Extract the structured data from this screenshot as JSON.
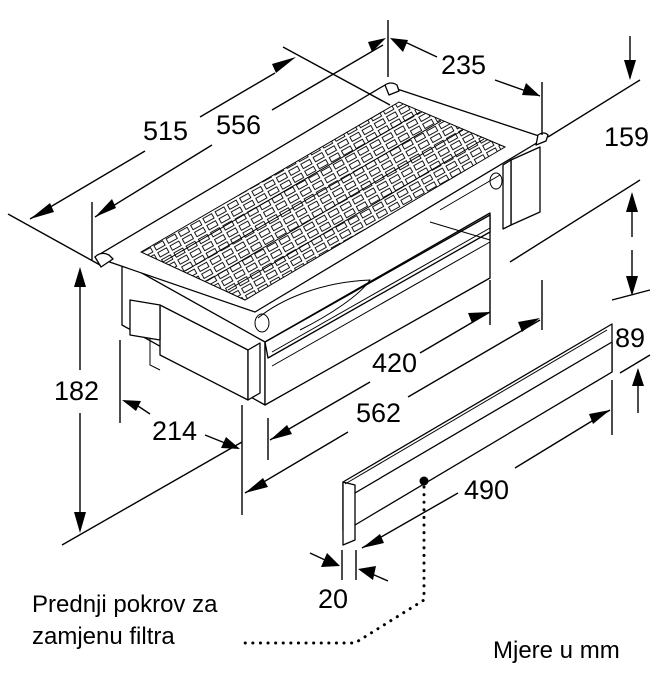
{
  "diagram": {
    "type": "technical-dimension-drawing",
    "subject": "downdraft ventilation unit with front filter cover",
    "units_note": "Mjere u mm",
    "callout": {
      "line1": "Prednji pokrov za",
      "line2": "zamjenu filtra"
    },
    "dimensions": {
      "d515": "515",
      "d556": "556",
      "d235": "235",
      "d159": "159",
      "d182": "182",
      "d214": "214",
      "d420": "420",
      "d562": "562",
      "d89": "89",
      "d490": "490",
      "d20": "20"
    },
    "colors": {
      "line": "#000000",
      "background": "#ffffff"
    }
  }
}
